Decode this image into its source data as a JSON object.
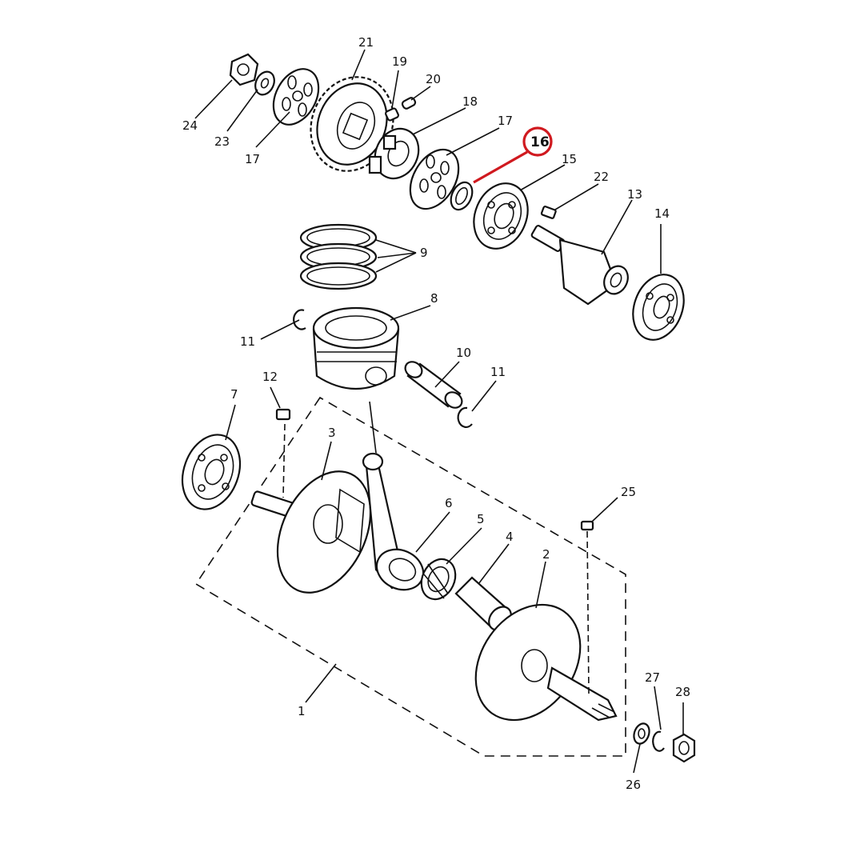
{
  "parts": {
    "p1": "1",
    "p2": "2",
    "p3": "3",
    "p4": "4",
    "p5": "5",
    "p6": "6",
    "p7": "7",
    "p8": "8",
    "p9": "9",
    "p10": "10",
    "p11a": "11",
    "p11b": "11",
    "p12": "12",
    "p13": "13",
    "p14": "14",
    "p15": "15",
    "p16": "16",
    "p17a": "17",
    "p17b": "17",
    "p18": "18",
    "p19": "19",
    "p20": "20",
    "p21": "21",
    "p22": "22",
    "p23": "23",
    "p24": "24",
    "p25": "25",
    "p26": "26",
    "p27": "27",
    "p28": "28"
  },
  "highlight": {
    "color": "#d0191f",
    "part": "16"
  }
}
